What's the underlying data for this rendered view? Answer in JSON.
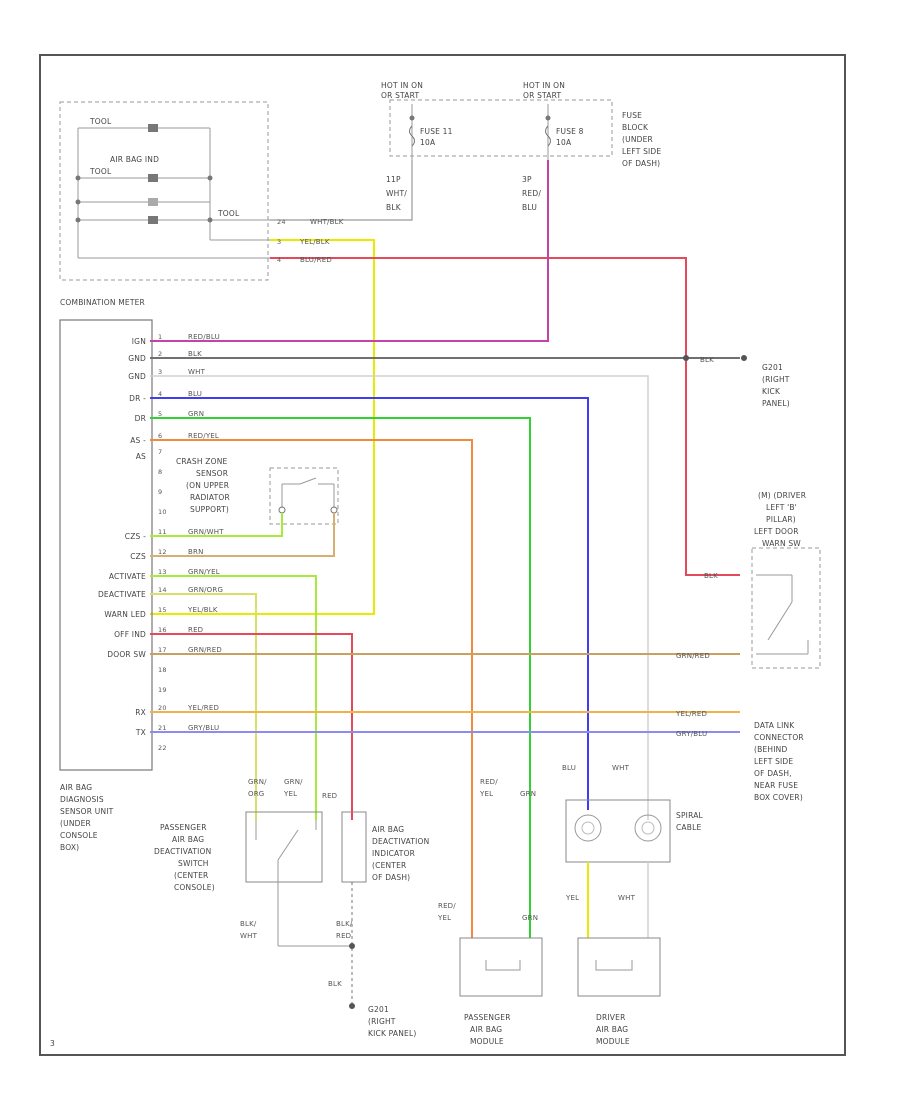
{
  "colors": {
    "border": "#555555",
    "wire_black": "#707070",
    "wire_white": "#c8c8c8",
    "wire_red": "#e34a5c",
    "wire_pink": "#c443a8",
    "wire_yellow": "#eaea00",
    "wire_blue": "#3e3ef0",
    "wire_green": "#33d033",
    "wire_lime": "#a8ea3c",
    "wire_orange": "#f08a3e",
    "wire_tan": "#d6b070",
    "wire_grayred": "#d05a6a",
    "wire_graybrown": "#c8a060",
    "wire_yelred": "#f0b24a",
    "wire_grayblue": "#8c8cf0"
  },
  "top_left": {
    "labels": [
      "TOOL",
      "AIR BAG IND",
      "TOOL",
      "TOOL"
    ],
    "pins": [
      "24",
      "3",
      "4"
    ],
    "wires": [
      "WHT/BLK",
      "YEL/BLK",
      "BLU/RED"
    ]
  },
  "hot_left": [
    "HOT IN ON",
    "OR START"
  ],
  "hot_right": [
    "HOT IN ON",
    "OR START"
  ],
  "fuse_left": [
    "FUSE 11",
    "10A"
  ],
  "fuse_right": [
    "FUSE 8",
    "10A"
  ],
  "fuse_block": [
    "FUSE",
    "BLOCK",
    "(UNDER",
    "LEFT SIDE",
    "OF DASH)"
  ],
  "left_drop": [
    "11P",
    "WHT/",
    "BLK"
  ],
  "right_drop": [
    "3P",
    "RED/",
    "BLU"
  ],
  "meter_title": "COMBINATION METER",
  "ecu_pins": [
    {
      "label": "IGN",
      "pin": "1",
      "wire": "RED/BLU"
    },
    {
      "label": "GND",
      "pin": "2",
      "wire": "BLK"
    },
    {
      "label": "GND",
      "pin": "3",
      "wire": "WHT"
    },
    {
      "label": "DR -",
      "pin": "4",
      "wire": "BLU"
    },
    {
      "label": "DR",
      "pin": "5",
      "wire": "GRN"
    },
    {
      "label": "AS -",
      "pin": "6",
      "wire": "RED/YEL"
    },
    {
      "label": "AS",
      "pin": "7",
      "wire": ""
    },
    {
      "label": "",
      "pin": "8",
      "wire": ""
    },
    {
      "label": "",
      "pin": "9",
      "wire": ""
    },
    {
      "label": "",
      "pin": "10",
      "wire": ""
    },
    {
      "label": "CZS -",
      "pin": "11",
      "wire": "GRN/WHT"
    },
    {
      "label": "CZS",
      "pin": "12",
      "wire": "BRN"
    },
    {
      "label": "ACTIVATE",
      "pin": "13",
      "wire": "GRN/YEL"
    },
    {
      "label": "DEACTIVATE",
      "pin": "14",
      "wire": "GRN/ORG"
    },
    {
      "label": "WARN LED",
      "pin": "15",
      "wire": "YEL/BLK"
    },
    {
      "label": "OFF IND",
      "pin": "16",
      "wire": "RED"
    },
    {
      "label": "DOOR SW",
      "pin": "17",
      "wire": "GRN/RED"
    },
    {
      "label": "",
      "pin": "18",
      "wire": ""
    },
    {
      "label": "",
      "pin": "19",
      "wire": ""
    },
    {
      "label": "RX",
      "pin": "20",
      "wire": "YEL/RED"
    },
    {
      "label": "TX",
      "pin": "21",
      "wire": "GRY/BLU"
    },
    {
      "label": "",
      "pin": "22",
      "wire": ""
    }
  ],
  "ground_right": {
    "wire": "BLK",
    "label": [
      "G201",
      "(RIGHT",
      "KICK",
      "PANEL)"
    ]
  },
  "crash_sensor": [
    "CRASH ZONE",
    "SENSOR",
    "(ON UPPER",
    "RADIATOR",
    "SUPPORT)"
  ],
  "door_switch": {
    "label": [
      "(M) (DRIVER",
      "LEFT 'B'",
      "PILLAR)",
      "LEFT DOOR",
      "WARN SW"
    ],
    "wire_in": "BLK",
    "wire_out": "GRN/RED"
  },
  "data_link": {
    "label": [
      "DATA LINK",
      "CONNECTOR",
      "(BEHIND",
      "LEFT SIDE",
      "OF DASH,",
      "NEAR FUSE",
      "BOX COVER)"
    ],
    "wires": [
      "YEL/RED",
      "GRY/BLU"
    ]
  },
  "ecu_label": [
    "AIR BAG",
    "DIAGNOSIS",
    "SENSOR UNIT",
    "(UNDER",
    "CONSOLE",
    "BOX)"
  ],
  "deact_switch": {
    "label": [
      "PASSENGER",
      "AIR BAG",
      "DEACTIVATION",
      "SWITCH",
      "(CENTER",
      "CONSOLE)"
    ],
    "wires_top": [
      "GRN/",
      "ORG",
      "GRN/",
      "YEL"
    ],
    "wires_bottom": [
      "BLK/",
      "WHT"
    ]
  },
  "deact_indicator": {
    "label": [
      "AIR BAG",
      "DEACTIVATION",
      "INDICATOR",
      "(CENTER",
      "OF DASH)"
    ],
    "wire_top": "RED",
    "wire_bottom": [
      "BLK/",
      "RED"
    ]
  },
  "ground_bottom": {
    "wire": "BLK",
    "label": [
      "G201",
      "(RIGHT",
      "KICK PANEL)"
    ]
  },
  "pass_module": {
    "wires_top": [
      "RED/",
      "YEL",
      "GRN"
    ],
    "wires_bottom": [
      "RED/",
      "YEL",
      "GRN"
    ],
    "label": [
      "PASSENGER",
      "AIR BAG",
      "MODULE"
    ]
  },
  "spiral": {
    "wires_top": [
      "BLU",
      "WHT"
    ],
    "label": [
      "SPIRAL",
      "CABLE"
    ],
    "wires_bottom": [
      "YEL",
      "WHT"
    ]
  },
  "driver_module": {
    "label": [
      "DRIVER",
      "AIR BAG",
      "MODULE"
    ]
  },
  "code": "3"
}
